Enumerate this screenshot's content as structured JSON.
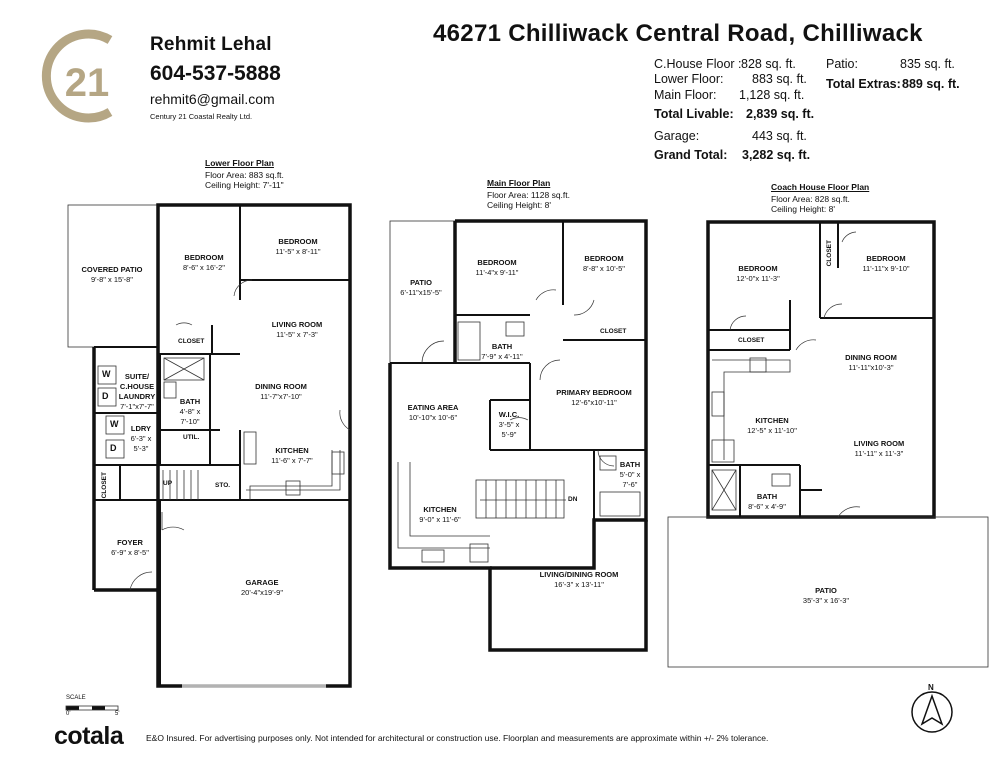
{
  "agent": {
    "logo_text": "21",
    "name": "Rehmit Lehal",
    "phone": "604-537-5888",
    "email": "rehmit6@gmail.com",
    "company": "Century 21 Coastal Realty Ltd."
  },
  "property": {
    "address": "46271 Chilliwack Central Road, Chilliwack"
  },
  "areas": {
    "coach_label": "C.House Floor :",
    "coach_value": "828 sq. ft.",
    "lower_label": "Lower Floor:",
    "lower_value": "883 sq. ft.",
    "main_label": "Main Floor:",
    "main_value": "1,128 sq. ft.",
    "livable_label": "Total Livable:",
    "livable_value": "2,839 sq. ft.",
    "garage_label": "Garage:",
    "garage_value": "443 sq. ft.",
    "grand_label": "Grand Total:",
    "grand_value": "3,282 sq. ft.",
    "patio_label": "Patio:",
    "patio_value": "835 sq. ft.",
    "extras_label": "Total Extras:",
    "extras_value": "889 sq. ft."
  },
  "lower": {
    "title": "Lower Floor Plan",
    "area": "Floor Area: 883 sq.ft.",
    "ceiling": "Ceiling Height: 7'-11\"",
    "rooms": {
      "covered_patio": {
        "name": "COVERED PATIO",
        "dims": "9'-8\" x 15'-8\""
      },
      "bedroom1": {
        "name": "BEDROOM",
        "dims": "8'-6\" x 16'-2\""
      },
      "bedroom2": {
        "name": "BEDROOM",
        "dims": "11'-5\" x 8'-11\""
      },
      "closet": {
        "name": "CLOSET"
      },
      "living": {
        "name": "LIVING ROOM",
        "dims": "11'-5\" x 7'-3\""
      },
      "suite": {
        "name": "SUITE/\nC.HOUSE\nLAUNDRY",
        "dims": "7'-1\"x7'-7\""
      },
      "dining": {
        "name": "DINING ROOM",
        "dims": "11'-7\"x7'-10\""
      },
      "bath": {
        "name": "BATH",
        "dims": "4'-8\" x\n7'-10\""
      },
      "ldry": {
        "name": "LDRY",
        "dims": "6'-3\" x\n5'-3\""
      },
      "util": {
        "name": "UTIL."
      },
      "kitchen": {
        "name": "KITCHEN",
        "dims": "11'-6\" x 7'-7\""
      },
      "closet2": {
        "name": "CLOSET"
      },
      "up": {
        "name": "UP"
      },
      "sto": {
        "name": "STO."
      },
      "foyer": {
        "name": "FOYER",
        "dims": "6'-9\" x 8'-5\""
      },
      "garage": {
        "name": "GARAGE",
        "dims": "20'-4\"x19'-9\""
      }
    },
    "w": "W",
    "d": "D"
  },
  "main": {
    "title": "Main Floor Plan",
    "area": "Floor Area: 1128 sq.ft.",
    "ceiling": "Ceiling Height: 8'",
    "rooms": {
      "patio": {
        "name": "PATIO",
        "dims": "6'-11\"x15'-5\""
      },
      "bedroom1": {
        "name": "BEDROOM",
        "dims": "11'-4\"x 9'-11\""
      },
      "bedroom2": {
        "name": "BEDROOM",
        "dims": "8'-8\" x 10'-5\""
      },
      "closet": {
        "name": "CLOSET"
      },
      "bath": {
        "name": "BATH",
        "dims": "7'-9\" x 4'-11\""
      },
      "eating": {
        "name": "EATING AREA",
        "dims": "10'-10\"x 10'-6\""
      },
      "primary": {
        "name": "PRIMARY BEDROOM",
        "dims": "12'-6\"x10'-11\""
      },
      "wic": {
        "name": "W.I.C.",
        "dims": "3'-5\" x\n5'-9\""
      },
      "bath2": {
        "name": "BATH",
        "dims": "5'-0\" x\n7'-6\""
      },
      "dn": {
        "name": "DN"
      },
      "kitchen": {
        "name": "KITCHEN",
        "dims": "9'-0\" x 11'-6\""
      },
      "living": {
        "name": "LIVING/DINING ROOM",
        "dims": "16'-3\" x 13'-11\""
      }
    }
  },
  "coach": {
    "title": "Coach House Floor Plan",
    "area": "Floor Area: 828 sq.ft.",
    "ceiling": "Ceiling Height: 8'",
    "rooms": {
      "bedroom1": {
        "name": "BEDROOM",
        "dims": "12'-0\"x 11'-3\""
      },
      "closet_v": {
        "name": "CLOSET"
      },
      "bedroom2": {
        "name": "BEDROOM",
        "dims": "11'-11\"x 9'-10\""
      },
      "closet": {
        "name": "CLOSET"
      },
      "dining": {
        "name": "DINING ROOM",
        "dims": "11'-11\"x10'-3\""
      },
      "kitchen": {
        "name": "KITCHEN",
        "dims": "12'-5\" x 11'-10\""
      },
      "living": {
        "name": "LIVING ROOM",
        "dims": "11'-11\" x 11'-3\""
      },
      "bath": {
        "name": "BATH",
        "dims": "8'-6\" x 4'-9\""
      },
      "patio": {
        "name": "PATIO",
        "dims": "35'-3\" x 16'-3\""
      }
    }
  },
  "scale": {
    "label": "SCALE",
    "zero": "0'",
    "five": "5'"
  },
  "north": "N",
  "footer": {
    "brand": "cotala",
    "disclaimer": "E&O Insured. For advertising purposes only. Not intended for architectural or construction use. Floorplan and measurements are approximate within +/- 2% tolerance."
  },
  "colors": {
    "logo_gold": "#b5a684",
    "ink": "#111111"
  }
}
